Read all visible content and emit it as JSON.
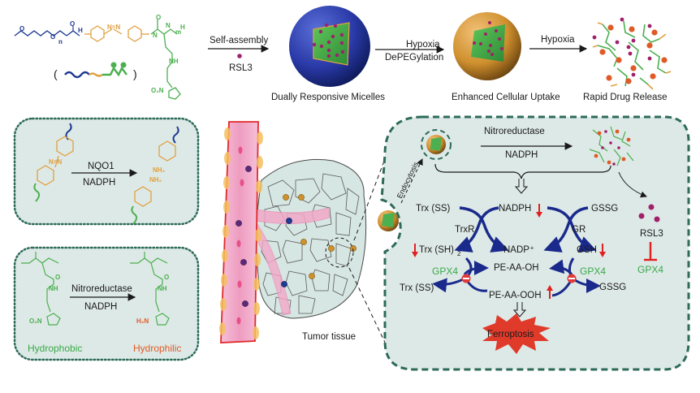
{
  "colors": {
    "peg_blue": "#1f3a93",
    "azo_orange": "#e0a040",
    "polypeptide_green": "#4caf50",
    "hydrophilic_red": "#e05a28",
    "box_fill": "#dde9e6",
    "box_border": "#2d6b58",
    "pathway_blue": "#1a2a8c",
    "indicator_red": "#e02020",
    "gpx4_green": "#3aa84a",
    "ferroptosis_red": "#e03a2a",
    "vessel_pink": "#f2a8c8",
    "vessel_border": "#e02a2a",
    "tumor_fill": "#d6e6e2",
    "drug_purple": "#a0206a"
  },
  "top_row": {
    "polymer": {
      "peg_label_O": "O",
      "n_subscript": "n",
      "m_subscript": "m",
      "nitro": "O₂N",
      "nh": "NH",
      "schematic_parens": [
        "(",
        ")"
      ]
    },
    "step1": {
      "label_above": "Self-assembly",
      "label_below": "RSL3"
    },
    "micelle1_caption": "Dually Responsive Micelles",
    "step2": {
      "label_above": "Hypoxia",
      "label_below": "DePEGylation"
    },
    "micelle2_caption": "Enhanced Cellular Uptake",
    "step3": {
      "label_above": "Hypoxia"
    },
    "release_caption": "Rapid Drug Release"
  },
  "left_panels": {
    "azo_box": {
      "enzyme": "NQO1",
      "cofactor": "NADPH",
      "product_group": "NH₂"
    },
    "nitro_box": {
      "enzyme": "Nitroreductase",
      "cofactor": "NADPH",
      "left_label": "Hydrophobic",
      "right_label": "Hydrophilic",
      "nitro_group": "O₂N",
      "amine_group": "H₂N"
    }
  },
  "tissue": {
    "caption": "Tumor tissue"
  },
  "cell_panel": {
    "endocytosis_label": "Endocytosis",
    "enzyme": "Nitroreductase",
    "cofactor": "NADPH",
    "nodes": {
      "trx_ss_top": "Trx (SS)",
      "nadph": "NADPH",
      "gssg_top": "GSSG",
      "trxr": "TrxR",
      "gr": "GR",
      "trx_sh2": "Trx (SH)",
      "trx_sh2_sub": "2",
      "nadp_plus": "NADP⁺",
      "gsh": "GSH",
      "gpx4_left": "GPX4",
      "gpx4_right": "GPX4",
      "pe_aa_oh": "PE-AA-OH",
      "trx_ss_bottom": "Trx (SS)",
      "pe_aa_ooh": "PE-AA-OOH",
      "gssg_bottom": "GSSG",
      "ferroptosis": "Ferroptosis",
      "rsl3": "RSL3",
      "gpx4_inhibited": "GPX4"
    },
    "indicators": {
      "nadph": "down",
      "trx_sh2": "down",
      "gsh": "down",
      "pe_aa_ooh": "up"
    }
  }
}
